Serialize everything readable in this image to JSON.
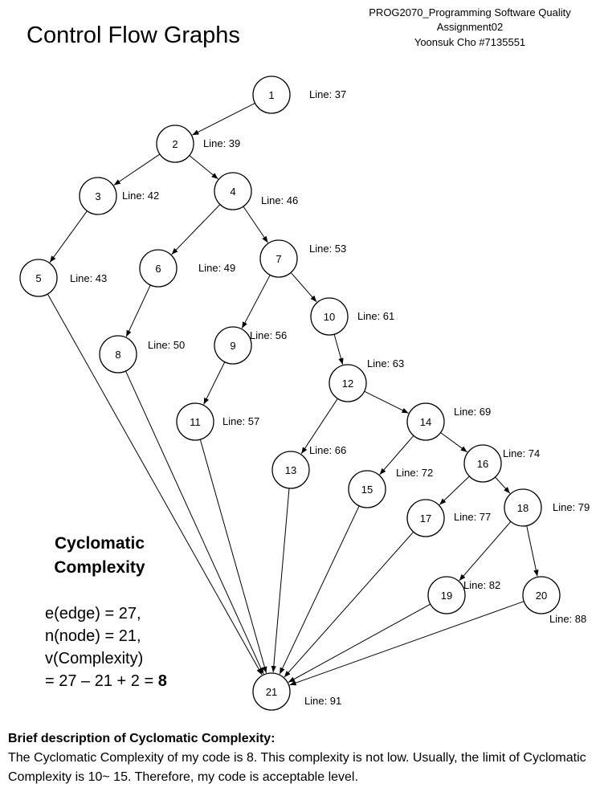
{
  "header": {
    "course": "PROG2070_Programming Software Quality",
    "assignment": "Assignment02",
    "author": "Yoonsuk Cho #7135551"
  },
  "title": "Control Flow Graphs",
  "graph": {
    "nodes": [
      {
        "id": "1",
        "line": "Line: 37"
      },
      {
        "id": "2",
        "line": "Line: 39"
      },
      {
        "id": "3",
        "line": "Line: 42"
      },
      {
        "id": "4",
        "line": "Line: 46"
      },
      {
        "id": "5",
        "line": "Line: 43"
      },
      {
        "id": "6",
        "line": "Line: 49"
      },
      {
        "id": "7",
        "line": "Line: 53"
      },
      {
        "id": "8",
        "line": "Line: 50"
      },
      {
        "id": "9",
        "line": "Line: 56"
      },
      {
        "id": "10",
        "line": "Line: 61"
      },
      {
        "id": "11",
        "line": "Line: 57"
      },
      {
        "id": "12",
        "line": "Line: 63"
      },
      {
        "id": "13",
        "line": "Line: 66"
      },
      {
        "id": "14",
        "line": "Line: 69"
      },
      {
        "id": "15",
        "line": "Line: 72"
      },
      {
        "id": "16",
        "line": "Line: 74"
      },
      {
        "id": "17",
        "line": "Line: 77"
      },
      {
        "id": "18",
        "line": "Line: 79"
      },
      {
        "id": "19",
        "line": "Line: 82"
      },
      {
        "id": "20",
        "line": "Line: 88"
      },
      {
        "id": "21",
        "line": "Line: 91"
      }
    ],
    "edges": [
      [
        "1",
        "2"
      ],
      [
        "2",
        "3"
      ],
      [
        "2",
        "4"
      ],
      [
        "3",
        "5"
      ],
      [
        "4",
        "6"
      ],
      [
        "4",
        "7"
      ],
      [
        "6",
        "8"
      ],
      [
        "7",
        "9"
      ],
      [
        "7",
        "10"
      ],
      [
        "9",
        "11"
      ],
      [
        "10",
        "12"
      ],
      [
        "12",
        "13"
      ],
      [
        "12",
        "14"
      ],
      [
        "14",
        "15"
      ],
      [
        "14",
        "16"
      ],
      [
        "16",
        "17"
      ],
      [
        "16",
        "18"
      ],
      [
        "18",
        "19"
      ],
      [
        "18",
        "20"
      ],
      [
        "5",
        "21"
      ],
      [
        "8",
        "21"
      ],
      [
        "11",
        "21"
      ],
      [
        "13",
        "21"
      ],
      [
        "15",
        "21"
      ],
      [
        "17",
        "21"
      ],
      [
        "19",
        "21"
      ],
      [
        "20",
        "21"
      ]
    ]
  },
  "cyclomatic": {
    "heading_line1": "Cyclomatic",
    "heading_line2": "Complexity",
    "edges": "e(edge) = 27,",
    "nodes": "n(node) = 21,",
    "complexity": "v(Complexity)",
    "formula": "= 27 – 21 + 2 = ",
    "result": "8"
  },
  "description": {
    "heading": "Brief description of Cyclomatic Complexity:",
    "text": "The Cyclomatic Complexity of my code is 8. This complexity is not low. Usually, the limit of Cyclomatic Complexity is 10~ 15. Therefore, my code is acceptable level."
  }
}
